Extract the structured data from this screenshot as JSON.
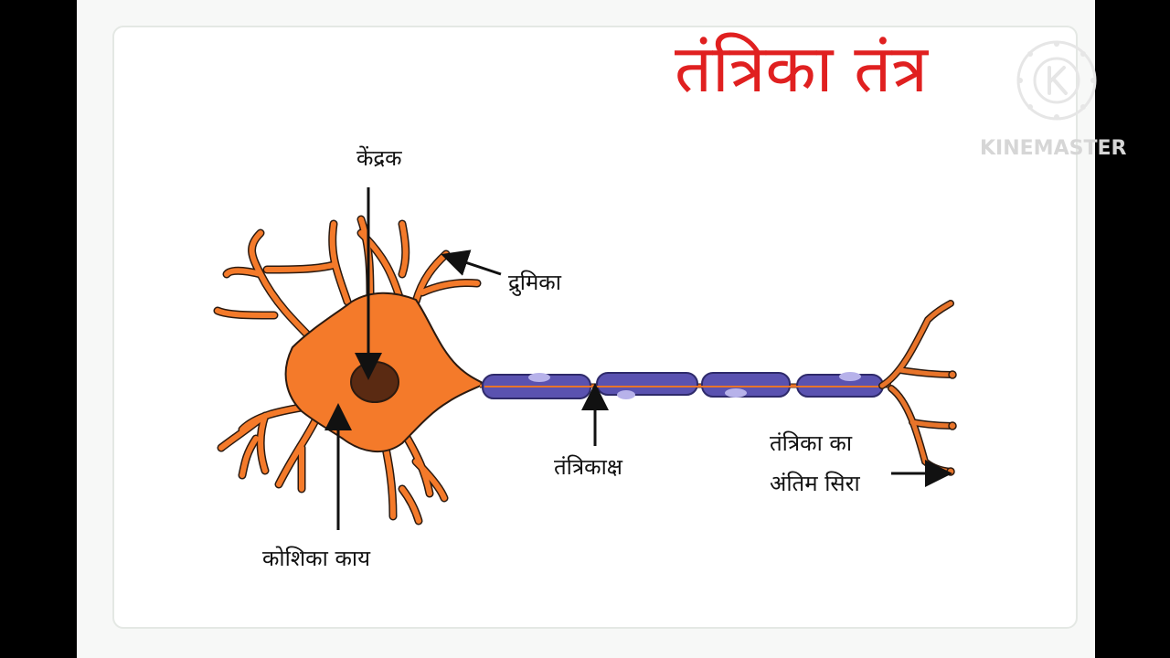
{
  "title": "तंत्रिका तंत्र",
  "labels": {
    "nucleus": "केंद्रक",
    "dendrite": "द्रुमिका",
    "cell_body": "कोशिका काय",
    "axon": "तंत्रिकाक्ष",
    "nerve_ending_line1": "तंत्रिका का",
    "nerve_ending_line2": "अंतिम सिरा"
  },
  "watermark": {
    "brand": "KINEMASTER",
    "logo_icon": "kinemaster-k-logo-icon"
  },
  "colors": {
    "title": "#e02020",
    "cell_body": "#f47a2a",
    "nucleus": "#5a2a12",
    "myelin": "#5a52b0",
    "axon_core": "#e8742a"
  }
}
